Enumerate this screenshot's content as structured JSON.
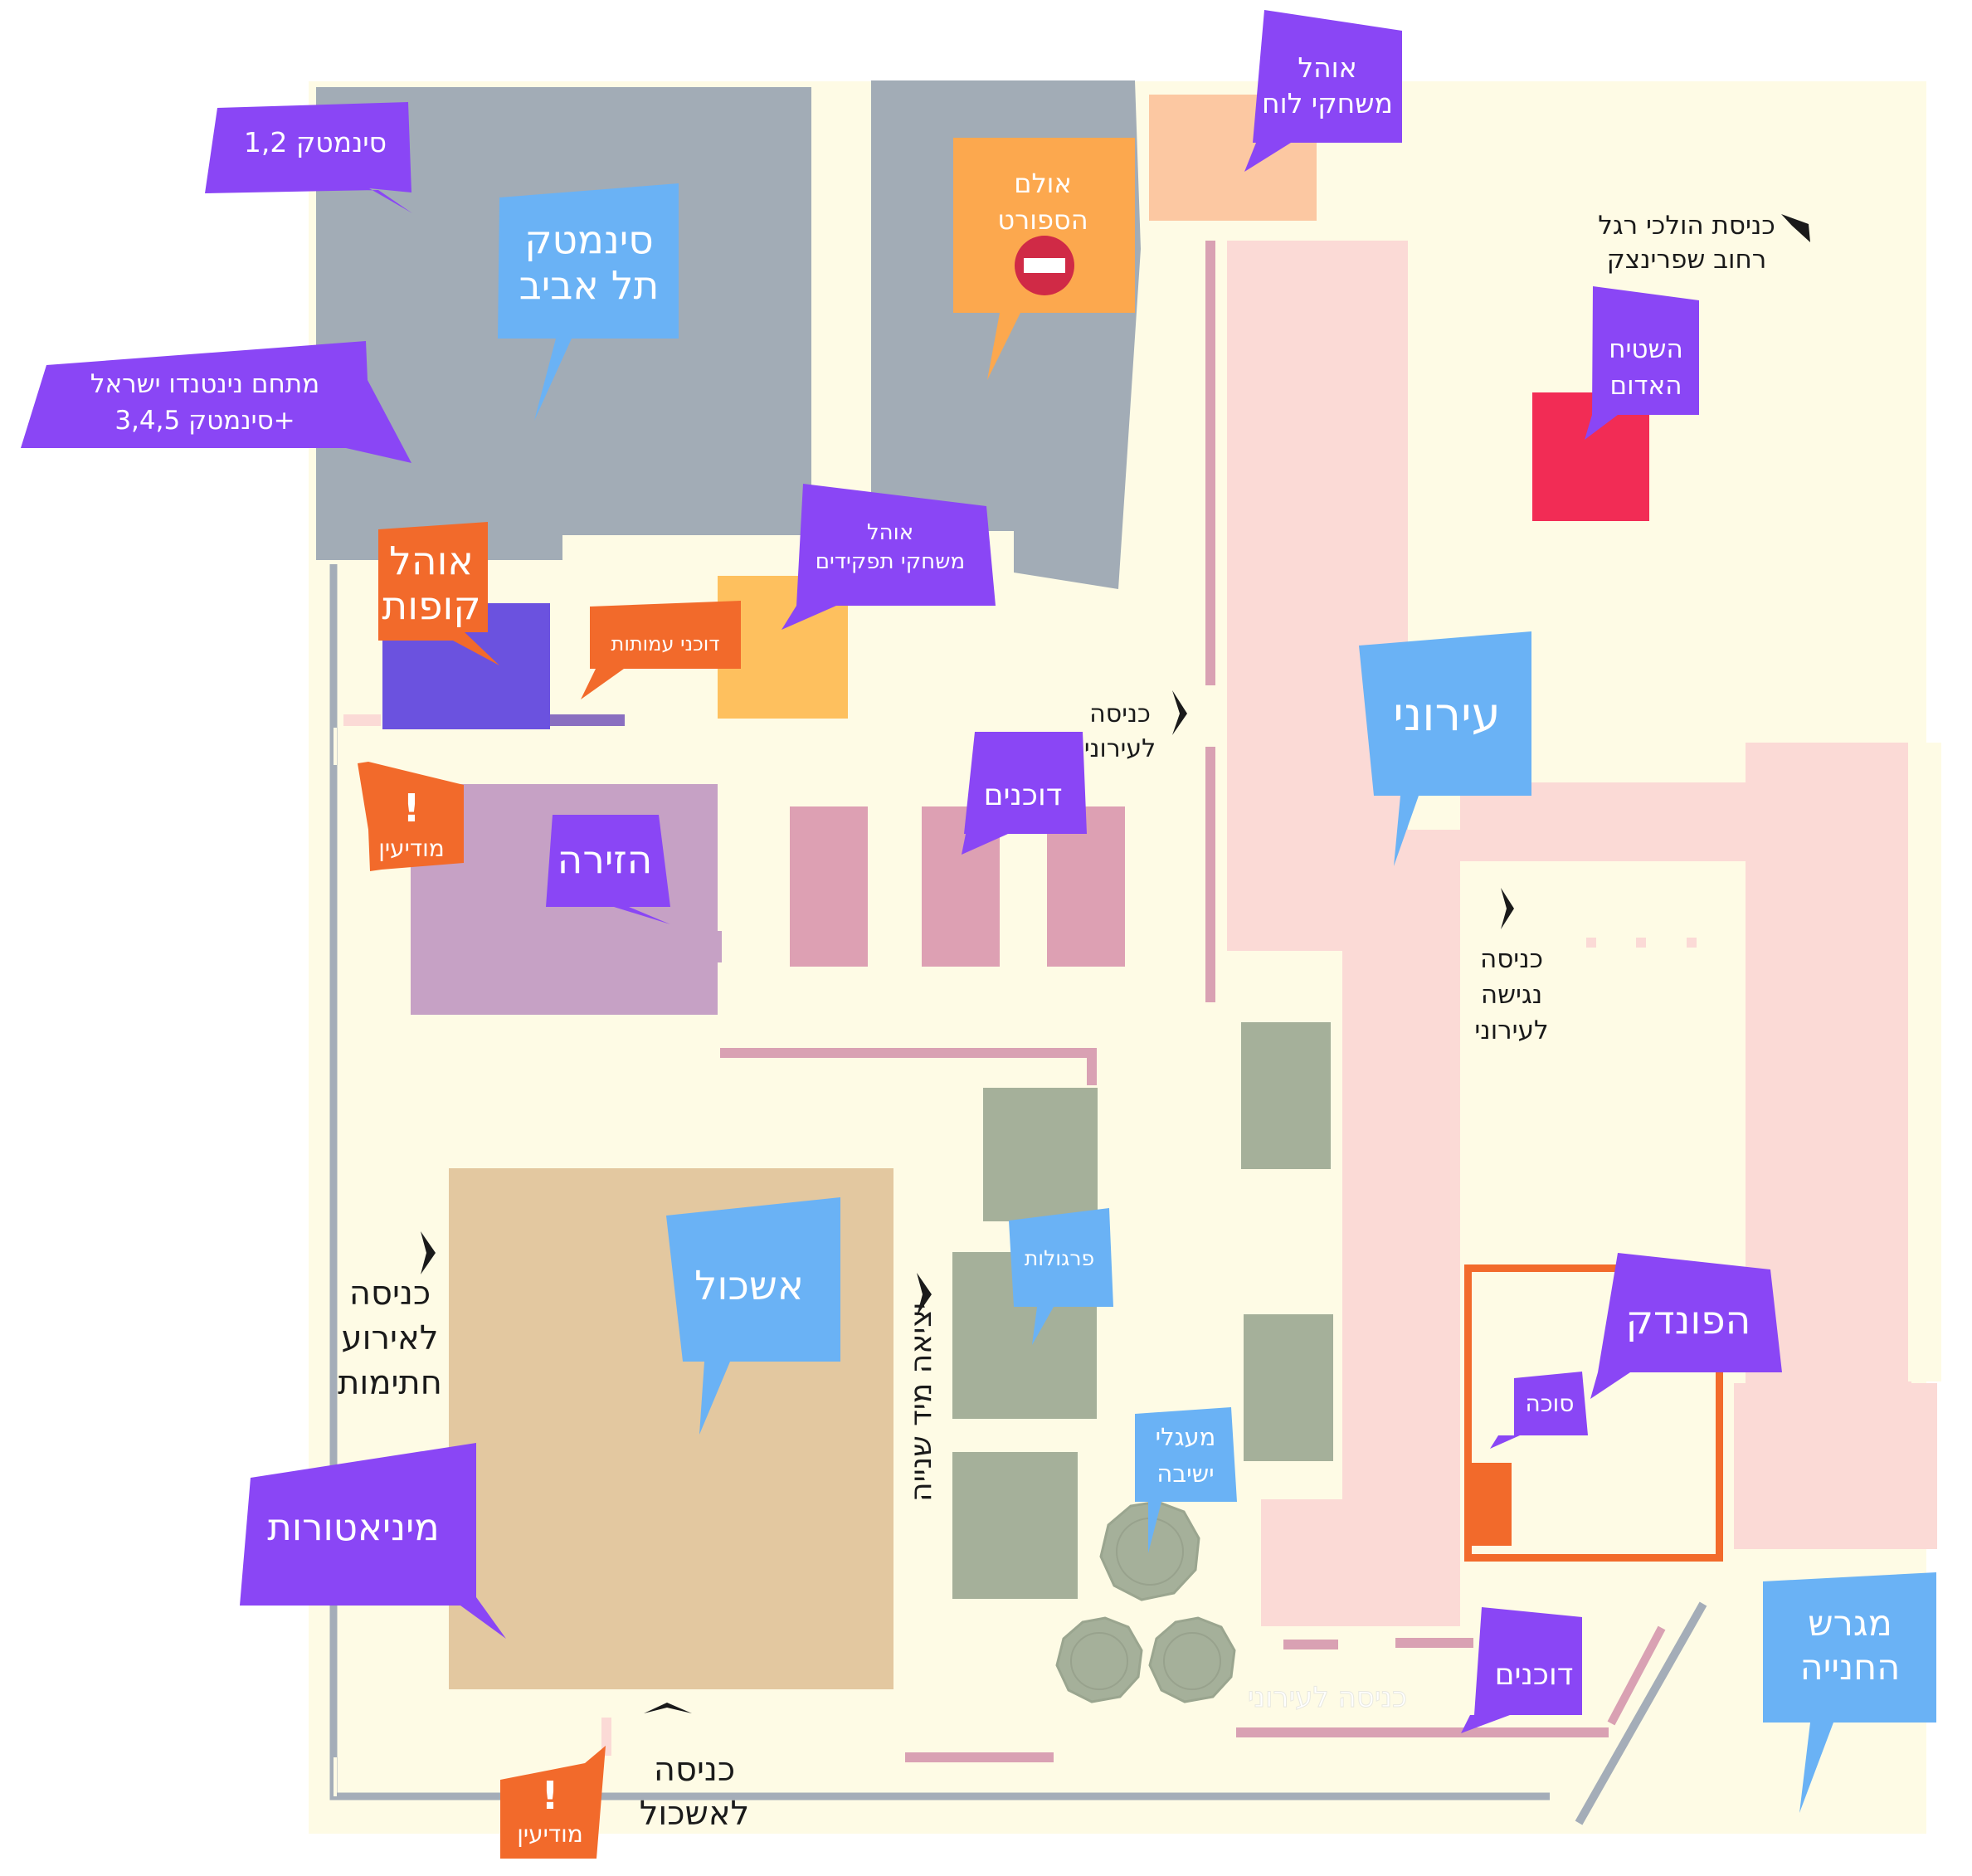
{
  "colors": {
    "background": "#fefbe5",
    "purple_label": "#8a46f5",
    "blue_label": "#6ab2f5",
    "orange_label": "#f26a2b",
    "cinema_gray": "#a2acb6",
    "eshkol_tan": "#e3c8a0",
    "ironi_pink": "#fbdad6",
    "pergola_green": "#a5b09a",
    "red_lawn": "#f22c55",
    "fence_gray": "#a4adb8",
    "stall_pink": "#d9a1b3"
  },
  "labels": {
    "cinematheque12": "סינמטק 1,2",
    "cinematheque_tlv_line1": "סינמטק",
    "cinematheque_tlv_line2": "תל אביב",
    "nintendo_line1": "מתחם נינטנדו ישראל",
    "nintendo_line2": "+סינמטק 3,4,5",
    "sport_hall_line1": "אולם",
    "sport_hall_line2": "הספורט",
    "board_games_line1": "אוהל",
    "board_games_line2": "משחקי לוח",
    "red_lawn_line1": "השטיח",
    "red_lawn_line2": "האדום",
    "tickets_line1": "אוהל",
    "tickets_line2": "קופות",
    "booth_stalls": "דוכני עמותות",
    "rpg_tent_line1": "אוהל",
    "rpg_tent_line2": "משחקי תפקידים",
    "ironi": "עירוני",
    "info_top": "מודיעין",
    "info_bottom": "מודיעין",
    "arena": "הזירה",
    "stalls_top": "דוכנים",
    "eshkol": "אשכול",
    "pergolas": "פרגולות",
    "seating_line1": "מעגלי",
    "seating_line2": "ישיבה",
    "miniatures": "מיניאטורות",
    "inn": "הפונדק",
    "sukkah": "סוכה",
    "stalls_bottom": "דוכנים",
    "parking_line1": "מגרש",
    "parking_line2": "החנייה"
  },
  "entrances": {
    "pedestrian_line1": "כניסת הולכי רגל",
    "pedestrian_line2": "רחוב שפרינצק",
    "ironi_line1": "כניסה",
    "ironi_line2": "לעירוני",
    "access_line1": "כניסה",
    "access_line2": "נגישה",
    "access_line3": "לעירוני",
    "signing_line1": "כניסה",
    "signing_line2": "לאירוע",
    "signing_line3": "חתימות",
    "exit": "יציאה מיד שנייה",
    "eshkol_line1": "כניסה",
    "eshkol_line2": "לאשכול",
    "ironi_bottom": "כניסה לעירוני"
  },
  "icons": {
    "no_entry": "no-entry-icon",
    "entrance_arrow": "chevron-icon",
    "info": "exclamation-icon"
  }
}
